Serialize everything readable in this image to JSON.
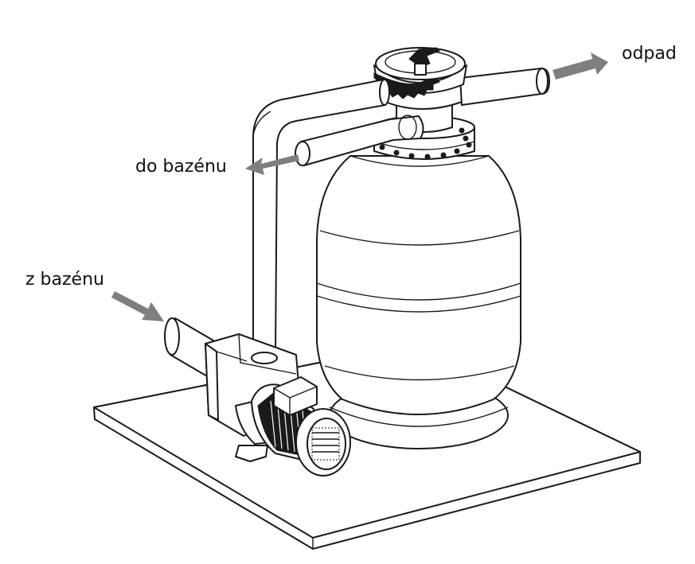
{
  "labels": {
    "waste": "odpad",
    "to_pool": "do bazénu",
    "from_pool": "z bazénu"
  },
  "colors": {
    "line": "#1a1a1a",
    "arrow": "#7f7f7f",
    "background": "#ffffff"
  }
}
